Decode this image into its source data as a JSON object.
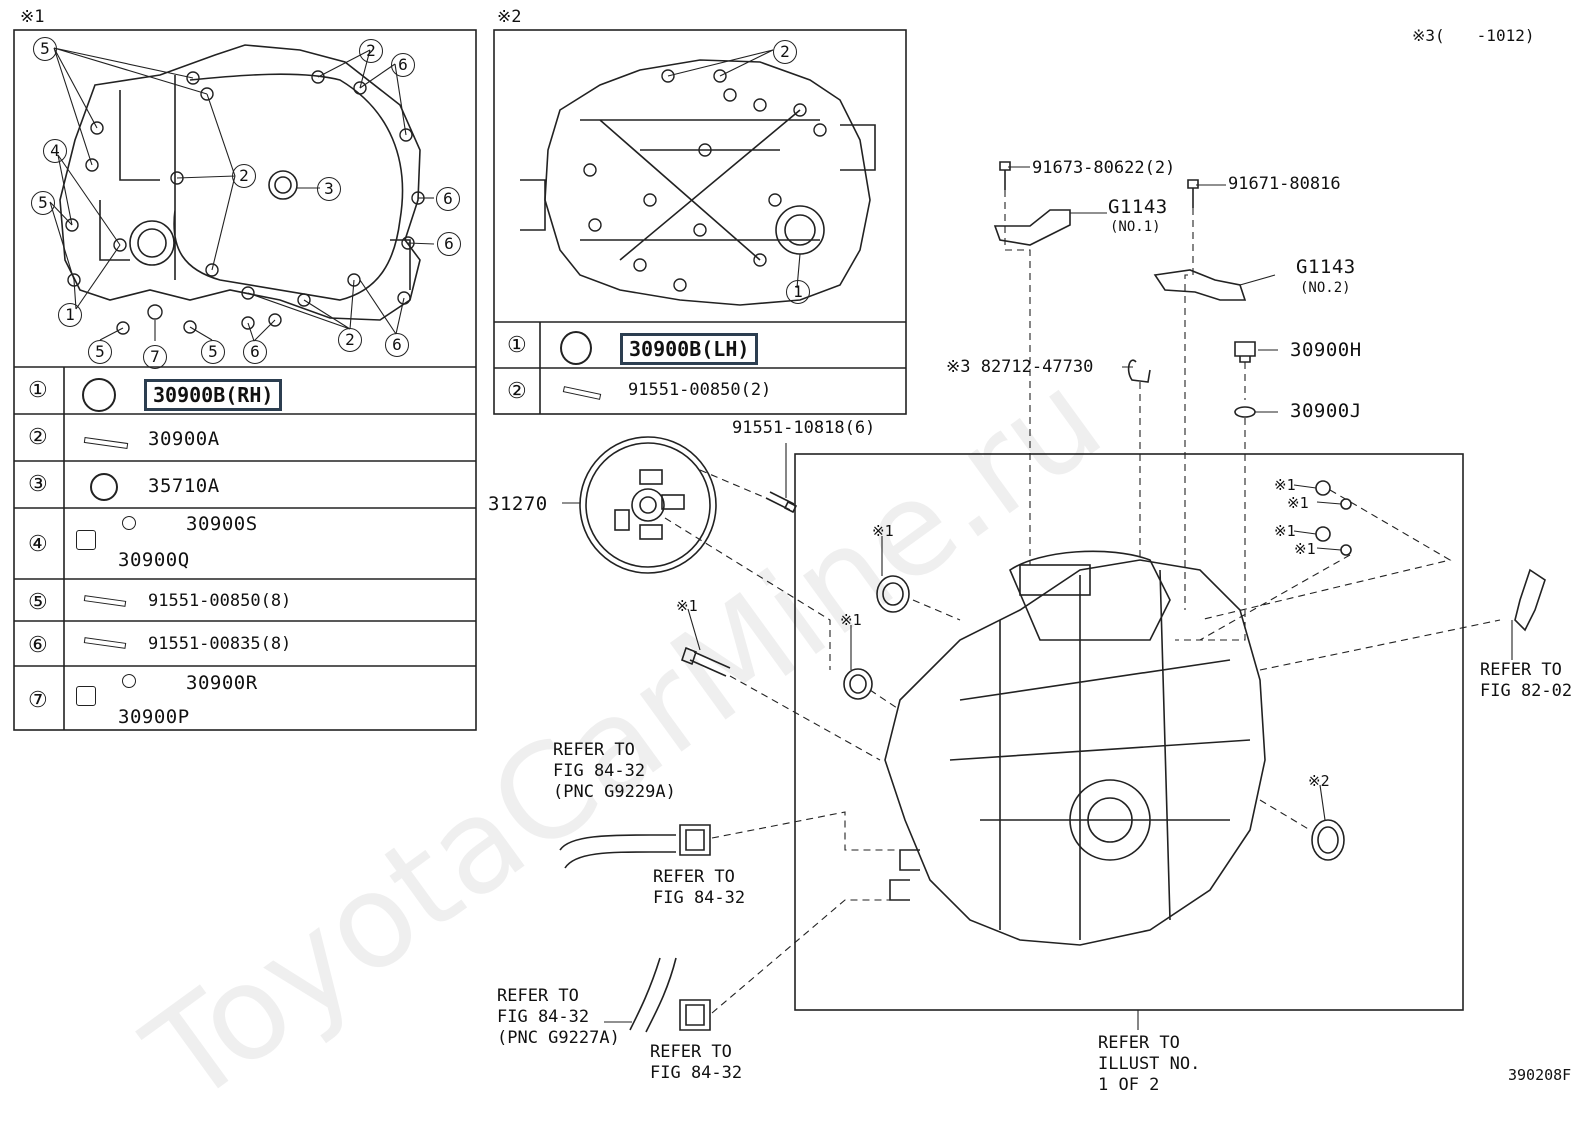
{
  "watermark": "ToyotaCarMine.ru",
  "figure_code": "390208F",
  "note3": "※3(　　-1012)",
  "inset1": {
    "marker": "※1",
    "rows": [
      {
        "num": "①",
        "parts": [
          "30900B(RH)"
        ]
      },
      {
        "num": "②",
        "parts": [
          "30900A"
        ]
      },
      {
        "num": "③",
        "parts": [
          "35710A"
        ]
      },
      {
        "num": "④",
        "parts": [
          "30900S",
          "30900Q"
        ]
      },
      {
        "num": "⑤",
        "parts": [
          "91551-00850(8)"
        ]
      },
      {
        "num": "⑥",
        "parts": [
          "91551-00835(8)"
        ]
      },
      {
        "num": "⑦",
        "parts": [
          "30900R",
          "30900P"
        ]
      }
    ],
    "callouts": [
      "5",
      "2",
      "6",
      "4",
      "2",
      "3",
      "5",
      "6",
      "6",
      "1",
      "5",
      "7",
      "5",
      "6",
      "2",
      "6"
    ]
  },
  "inset2": {
    "marker": "※2",
    "rows": [
      {
        "num": "①",
        "parts": [
          "30900B(LH)"
        ]
      },
      {
        "num": "②",
        "parts": [
          "91551-00850(2)"
        ]
      }
    ],
    "callouts": [
      "2",
      "1"
    ]
  },
  "main": {
    "labels": {
      "p91673": "91673-80622(2)",
      "p91671": "91671-80816",
      "g1143a": "G1143",
      "g1143a_sub": "(NO.1)",
      "g1143b": "G1143",
      "g1143b_sub": "(NO.2)",
      "p82712": "※3  82712-47730",
      "p30900H": "30900H",
      "p30900J": "30900J",
      "p91551": "91551-10818(6)",
      "p31270": "31270",
      "m1a": "※1",
      "m1b": "※1",
      "m1c": "※1",
      "m1d": "※1",
      "m1e": "※1",
      "m1f": "※1",
      "m1g": "※1",
      "m2": "※2"
    },
    "refs": {
      "r1": "REFER TO\nFIG 84-32\n(PNC G9229A)",
      "r2": "REFER TO\nFIG 84-32",
      "r3": "REFER TO\nFIG 84-32\n(PNC G9227A)",
      "r4": "REFER TO\nFIG 84-32",
      "r5": "REFER TO\nILLUST NO.\n1 OF 2",
      "r6": "REFER TO\nFIG 82-02"
    }
  }
}
